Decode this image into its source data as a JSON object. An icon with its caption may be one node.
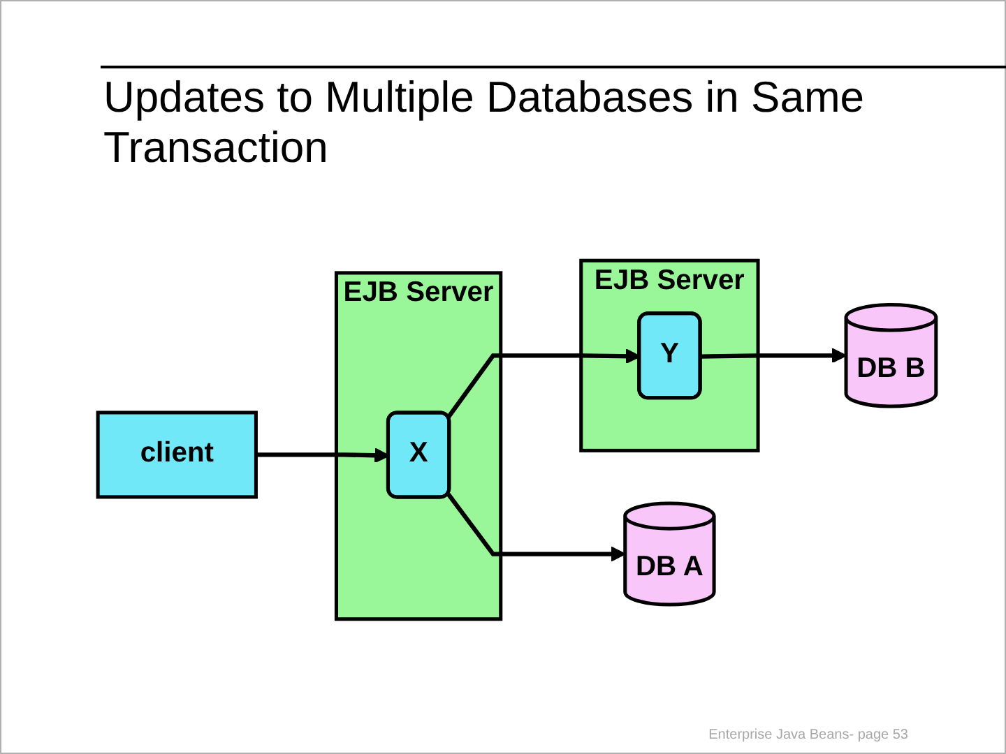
{
  "diagram": {
    "title": "Updates to Multiple Databases in Same Transaction",
    "nodes": [
      {
        "text": [
          "client"
        ]
      },
      {
        "text": [
          "EJB Server"
        ]
      },
      {
        "text": [
          "X"
        ],
        "in": 1
      },
      {
        "text": [
          "EJB Server"
        ]
      },
      {
        "text": [
          "Y"
        ],
        "in": 3
      },
      {
        "text": [
          "DB A"
        ]
      },
      {
        "text": [
          "DB B"
        ]
      }
    ],
    "edges": [
      {
        "from": 0,
        "to": 2,
        "arrow": "to"
      },
      {
        "from": 2,
        "to": 4,
        "arrow": "to"
      },
      {
        "from": 2,
        "to": 5,
        "arrow": "to"
      },
      {
        "from": 4,
        "to": 6,
        "arrow": "to"
      }
    ],
    "labels": [
      "Enterprise Java Beans- page 53"
    ]
  }
}
